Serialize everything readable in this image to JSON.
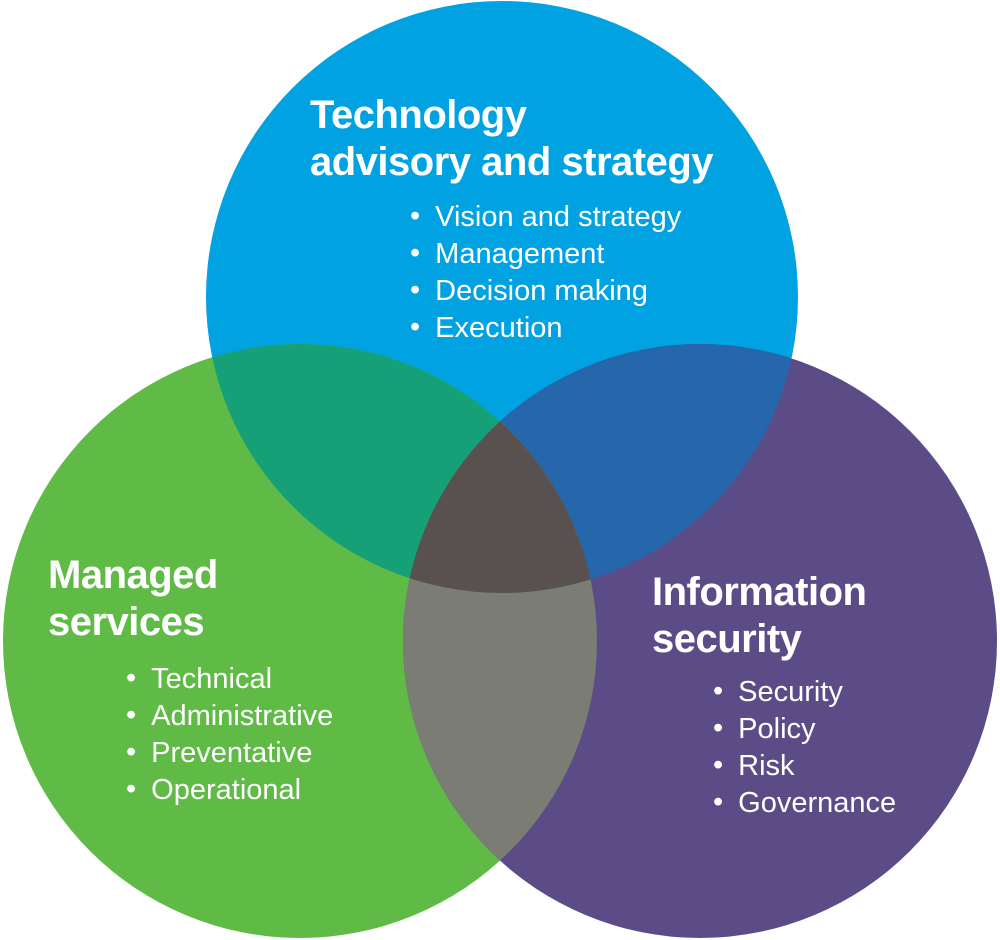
{
  "diagram": {
    "type": "venn",
    "background_color": "#FFFFFF",
    "text_color": "#FFFFFF",
    "circles": [
      {
        "id": "technology-advisory",
        "title_lines": [
          "Technology",
          "advisory and strategy"
        ],
        "color": "#00A2E2",
        "items": [
          "Vision and strategy",
          "Management",
          "Decision making",
          "Execution"
        ]
      },
      {
        "id": "managed-services",
        "title_lines": [
          "Managed",
          "services"
        ],
        "color": "#5FBA46",
        "items": [
          "Technical",
          "Administrative",
          "Preventative",
          "Operational"
        ]
      },
      {
        "id": "information-security",
        "title_lines": [
          "Information",
          "security"
        ],
        "color": "#5B4C87",
        "items": [
          "Security",
          "Policy",
          "Risk",
          "Governance"
        ]
      }
    ],
    "overlap_colors": {
      "technology_managed": "#16A077",
      "technology_infosec": "#2666AA",
      "managed_infosec": "#7B7C74",
      "center": "#585150"
    }
  }
}
